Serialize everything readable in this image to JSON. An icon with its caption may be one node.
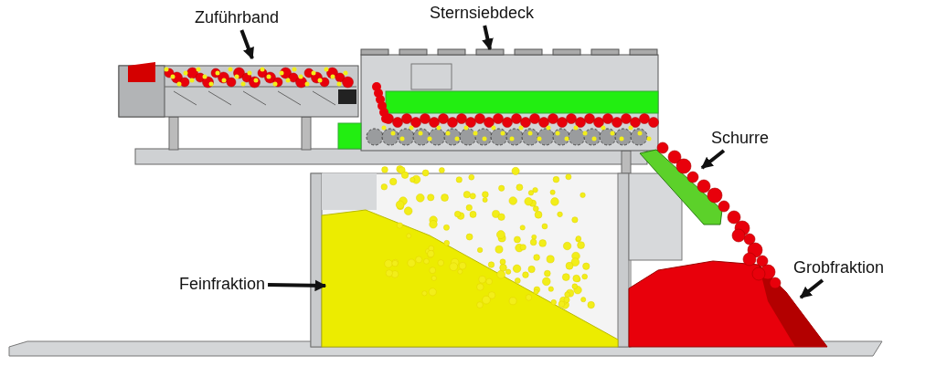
{
  "diagram": {
    "nodes": [
      {
        "text": [
          "Zuführband"
        ]
      },
      {
        "text": [
          "Sternsiebdeck"
        ]
      },
      {
        "text": [
          "Schurre"
        ]
      },
      {
        "text": [
          "Feinfraktion"
        ]
      },
      {
        "text": [
          "Grobfraktion"
        ]
      },
      {
        "text": [],
        "shape": "picture"
      },
      {
        "text": [],
        "shape": "picture"
      },
      {
        "text": [],
        "shape": "picture"
      },
      {
        "text": [],
        "shape": "picture"
      },
      {
        "text": [],
        "shape": "picture"
      }
    ],
    "edges": [
      {
        "from": 0,
        "to": 5,
        "arrow": "to"
      },
      {
        "from": 1,
        "to": 6,
        "arrow": "to"
      },
      {
        "from": 2,
        "to": 7,
        "arrow": "to"
      },
      {
        "from": 3,
        "to": 8,
        "arrow": "to"
      },
      {
        "from": 4,
        "to": 9,
        "arrow": "to"
      }
    ]
  }
}
